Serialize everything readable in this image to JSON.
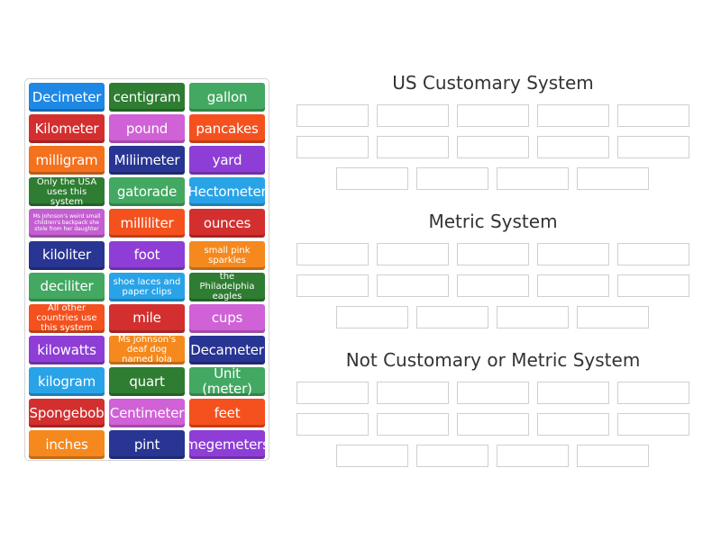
{
  "tiles": [
    {
      "label": "Decimeter",
      "color": "#1e88e5"
    },
    {
      "label": "centigram",
      "color": "#2e7d32"
    },
    {
      "label": "gallon",
      "color": "#43a862"
    },
    {
      "label": "Kilometer",
      "color": "#d32f2f"
    },
    {
      "label": "pound",
      "color": "#d061d6"
    },
    {
      "label": "pancakes",
      "color": "#f4511e"
    },
    {
      "label": "milligram",
      "color": "#f4711e"
    },
    {
      "label": "Miliimeter",
      "color": "#283593"
    },
    {
      "label": "yard",
      "color": "#8e3ed6"
    },
    {
      "label": "Only the USA uses this system",
      "color": "#2e7d32"
    },
    {
      "label": "gatorade",
      "color": "#43a862"
    },
    {
      "label": "Hectometer",
      "color": "#29a3e8"
    },
    {
      "label": "Ms Johnson's weird small children's backpack she stole from her daughter",
      "color": "#c35fd1"
    },
    {
      "label": "milliliter",
      "color": "#f4511e"
    },
    {
      "label": "ounces",
      "color": "#d32f2f"
    },
    {
      "label": "kiloliter",
      "color": "#283593"
    },
    {
      "label": "foot",
      "color": "#8e3ed6"
    },
    {
      "label": "small pink sparkles",
      "color": "#f5891e"
    },
    {
      "label": "deciliter",
      "color": "#43a862"
    },
    {
      "label": "shoe laces and paper clips",
      "color": "#29a3e8"
    },
    {
      "label": "the Philadelphia eagles",
      "color": "#2e7d32"
    },
    {
      "label": "All other countries use this system",
      "color": "#f4511e"
    },
    {
      "label": "mile",
      "color": "#d32f2f"
    },
    {
      "label": "cups",
      "color": "#d061d6"
    },
    {
      "label": "kilowatts",
      "color": "#8e3ed6"
    },
    {
      "label": "Ms johnson's deaf dog named lola",
      "color": "#f5891e"
    },
    {
      "label": "Decameter",
      "color": "#283593"
    },
    {
      "label": "kilogram",
      "color": "#29a3e8"
    },
    {
      "label": "quart",
      "color": "#2e7d32"
    },
    {
      "label": "Unit (meter)",
      "color": "#43a862"
    },
    {
      "label": "Spongebob",
      "color": "#d32f2f"
    },
    {
      "label": "Centimeter",
      "color": "#d061d6"
    },
    {
      "label": "feet",
      "color": "#f4511e"
    },
    {
      "label": "inches",
      "color": "#f5891e"
    },
    {
      "label": "pint",
      "color": "#283593"
    },
    {
      "label": "megemeters",
      "color": "#8e3ed6"
    }
  ],
  "groups": [
    {
      "title": "US Customary System"
    },
    {
      "title": "Metric System"
    },
    {
      "title": "Not Customary or Metric System"
    }
  ]
}
